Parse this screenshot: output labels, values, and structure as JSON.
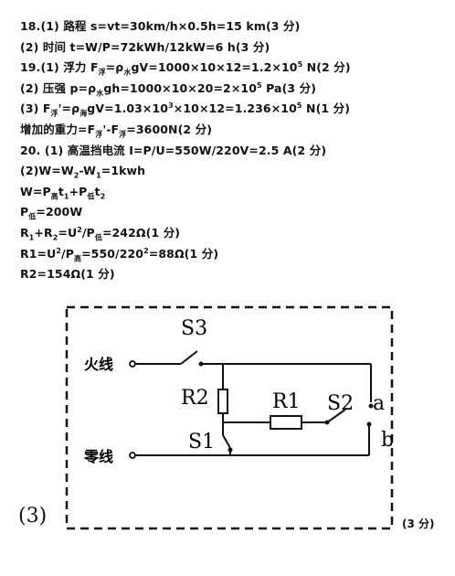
{
  "answers": [
    {
      "pre": "18.(1) 路程 s=vt=30km/h×0.5h=15 km(3 分)"
    },
    {
      "pre": "(2) 时间 t=W/P=72kWh/12kW=6 h(3 分)"
    },
    {
      "pre": "19.(1) 浮力 F",
      "sub1": "浮",
      "mid": "=ρ",
      "sub2": "水",
      "mid2": "gV=1000×10×12=1.2×10",
      "sup": "5",
      "post": " N(2 分)"
    },
    {
      "pre": "(2) 压强 p=ρ",
      "sub1": "水",
      "mid": "gh=1000×10×20=2×10",
      "sup": "5",
      "post": " Pa(3 分)"
    },
    {
      "pre": "(3)  F",
      "sub1": "浮",
      "mid": "'=ρ",
      "sub2": "海",
      "mid2": "gV=1.03×10",
      "sup": "3",
      "mid3": "×10×12=1.236×10",
      "sup2": "5",
      "post": " N(1 分)"
    },
    {
      "pre": "增加的重力=F",
      "sub1": "浮",
      "mid": "'-F",
      "sub2": "浮",
      "post": "=3600N(2 分)"
    },
    {
      "pre": "20. (1) 高温挡电流 I=P/U=550W/220V=2.5 A(2 分)"
    },
    {
      "pre": "(2)W=W",
      "sub1": "2",
      "mid": "-W",
      "sub2": "1",
      "post": "=1kwh"
    },
    {
      "pre": "W=P",
      "sub1": "高",
      "mid": "t",
      "sub2": "1",
      "mid2": "+P",
      "sub3": "低",
      "mid3": "t",
      "sub4": "2"
    },
    {
      "pre": "P",
      "sub1": "低",
      "post": "=200W"
    },
    {
      "pre": "R",
      "sub1": "1",
      "mid": "+R",
      "sub2": "2",
      "mid2": "=U",
      "sup": "2",
      "mid3": "/P",
      "sub3": "低",
      "post": "=242Ω(1 分)"
    },
    {
      "pre": "R1=U",
      "sup": "2",
      "mid": "/P",
      "sub1": "高",
      "mid2": "=550/220",
      "sup2": "2",
      "post": "=88Ω(1 分)"
    },
    {
      "pre": "R2=154Ω(1 分)"
    }
  ],
  "circuit": {
    "live_label": "火线",
    "neutral_label": "零线",
    "s3_label": "S3",
    "r2_label": "R2",
    "s1_label": "S1",
    "r1_label": "R1",
    "s2_label": "S2",
    "a_label": "a",
    "b_label": "b"
  },
  "part3_label": "(3)",
  "score_label": "(3 分)"
}
